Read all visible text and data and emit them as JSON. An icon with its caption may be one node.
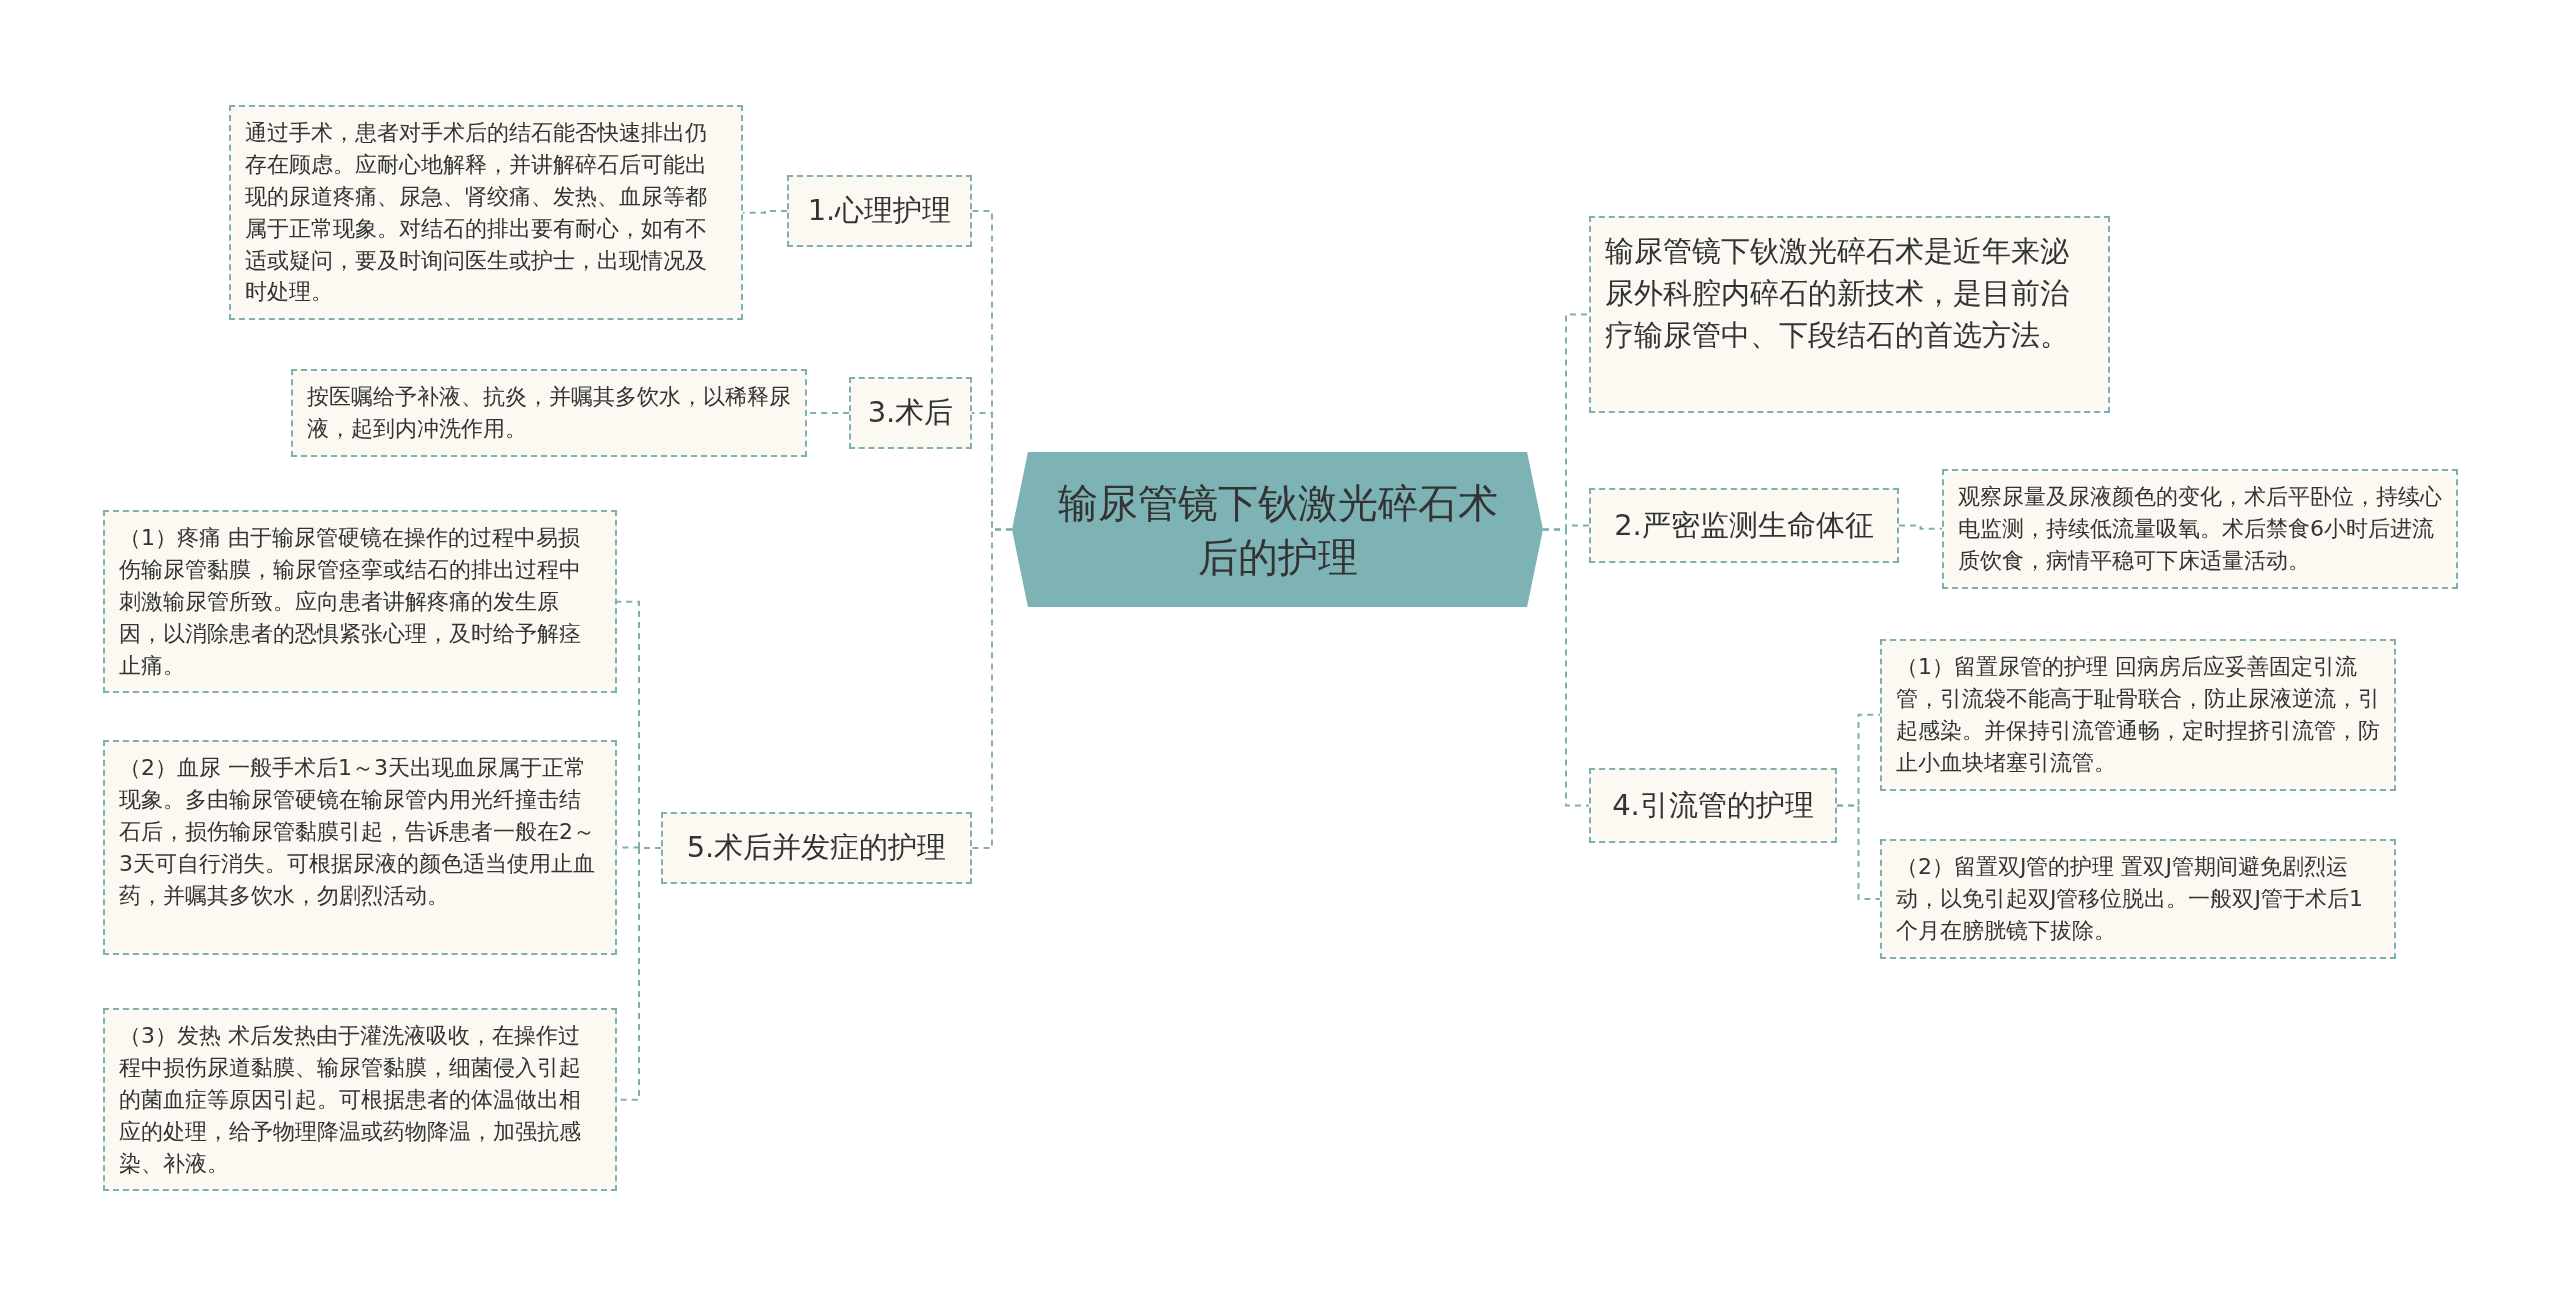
{
  "diagram": {
    "nodes": [
      {
        "text": [
          "输尿管镜下钬激光碎石术后的护理"
        ]
      },
      {
        "text": [
          "1.心理护理"
        ]
      },
      {
        "text": [
          "通过手术，患者对手术后的结石能否快速排出仍存在顾虑。应耐心地解释，并讲解碎石后可能出现的尿道疼痛、尿急、肾绞痛、发热、血尿等都属于正常现象。对结石的排出要有耐心，如有不适或疑问，要及时询问医生或护士，出现情况及时处理。"
        ]
      },
      {
        "text": [
          "3.术后"
        ]
      },
      {
        "text": [
          "按医嘱给予补液、抗炎，并嘱其多饮水，以稀释尿液，起到内冲洗作用。"
        ]
      },
      {
        "text": [
          "5.术后并发症的护理"
        ]
      },
      {
        "text": [
          "（1）疼痛 由于输尿管硬镜在操作的过程中易损伤输尿管黏膜，输尿管痉挛或结石的排出过程中刺激输尿管所致。应向患者讲解疼痛的发生原因，以消除患者的恐惧紧张心理，及时给予解痉止痛。"
        ]
      },
      {
        "text": [
          "（2）血尿 一般手术后1～3天出现血尿属于正常现象。多由输尿管硬镜在输尿管内用光纤撞击结石后，损伤输尿管黏膜引起，告诉患者一般在2～3天可自行消失。可根据尿液的颜色适当使用止血药，并嘱其多饮水，勿剧烈活动。"
        ]
      },
      {
        "text": [
          "（3）发热 术后发热由于灌洗液吸收，在操作过程中损伤尿道黏膜、输尿管黏膜，细菌侵入引起的菌血症等原因引起。可根据患者的体温做出相应的处理，给予物理降温或药物降温，加强抗感染、补液。"
        ]
      },
      {
        "text": [
          "输尿管镜下钬激光碎石术是近年来泌尿外科腔内碎石的新技术，是目前治疗输尿管中、下段结石的首选方法。"
        ]
      },
      {
        "text": [
          "2.严密监测生命体征"
        ]
      },
      {
        "text": [
          "观察尿量及尿液颜色的变化，术后平卧位，持续心电监测，持续低流量吸氧。术后禁食6小时后进流质饮食，病情平稳可下床适量活动。"
        ]
      },
      {
        "text": [
          "4.引流管的护理"
        ]
      },
      {
        "text": [
          "（1）留置尿管的护理 回病房后应妥善固定引流管，引流袋不能高于耻骨联合，防止尿液逆流，引起感染。并保持引流管通畅，定时捏挤引流管，防止小血块堵塞引流管。"
        ]
      },
      {
        "text": [
          "（2）留置双J管的护理 置双J管期间避免剧烈运动，以免引起双J管移位脱出。一般双J管于术后1个月在膀胱镜下拔除。"
        ]
      }
    ],
    "edges": [
      {
        "from": 0,
        "to": 1,
        "arrow": "none"
      },
      {
        "from": 0,
        "to": 3,
        "arrow": "none"
      },
      {
        "from": 0,
        "to": 5,
        "arrow": "none"
      },
      {
        "from": 1,
        "to": 2,
        "arrow": "none"
      },
      {
        "from": 3,
        "to": 4,
        "arrow": "none"
      },
      {
        "from": 5,
        "to": 6,
        "arrow": "none"
      },
      {
        "from": 5,
        "to": 7,
        "arrow": "none"
      },
      {
        "from": 5,
        "to": 8,
        "arrow": "none"
      },
      {
        "from": 0,
        "to": 9,
        "arrow": "none"
      },
      {
        "from": 0,
        "to": 10,
        "arrow": "none"
      },
      {
        "from": 0,
        "to": 12,
        "arrow": "none"
      },
      {
        "from": 10,
        "to": 11,
        "arrow": "none"
      },
      {
        "from": 12,
        "to": 13,
        "arrow": "none"
      },
      {
        "from": 12,
        "to": 14,
        "arrow": "none"
      }
    ]
  }
}
